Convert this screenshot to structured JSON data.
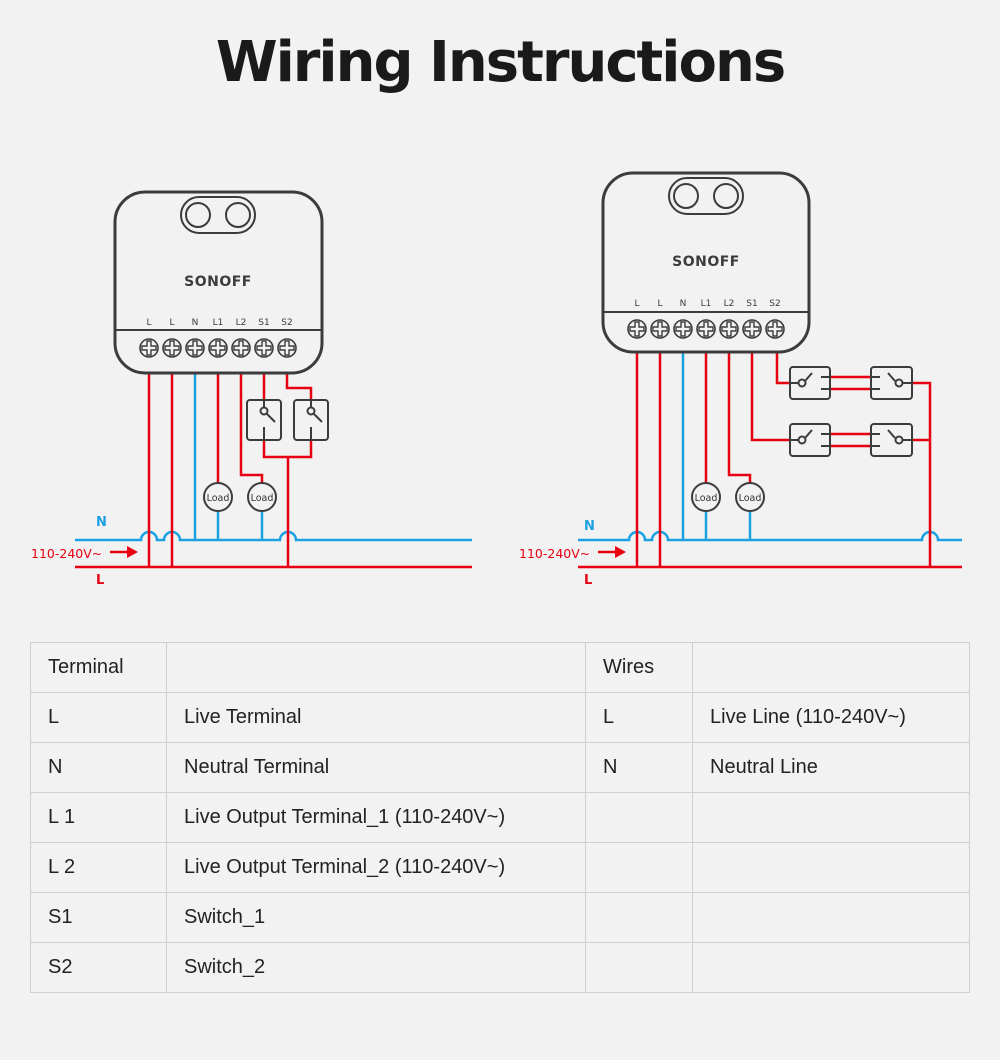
{
  "title": "Wiring Instructions",
  "colors": {
    "background": "#f2f2f2",
    "live_wire": "#e60012",
    "neutral_wire": "#1ba1e2",
    "device_outline": "#3c3c3c"
  },
  "diagrams": [
    {
      "name": "single-switch-wiring",
      "device": {
        "brand": "SONOFF",
        "terminal_labels": [
          "L",
          "L",
          "N",
          "L1",
          "L2",
          "S1",
          "S2"
        ]
      },
      "loads": [
        "Load",
        "Load"
      ],
      "switch_type": "single-pole",
      "neutral_label": "N",
      "live_label": "L",
      "voltage_label": "110-240V~"
    },
    {
      "name": "two-way-switch-wiring",
      "device": {
        "brand": "SONOFF",
        "terminal_labels": [
          "L",
          "L",
          "N",
          "L1",
          "L2",
          "S1",
          "S2"
        ]
      },
      "loads": [
        "Load",
        "Load"
      ],
      "switch_type": "two-way",
      "neutral_label": "N",
      "live_label": "L",
      "voltage_label": "110-240V~"
    }
  ],
  "table": {
    "headers": [
      "Terminal",
      "",
      "Wires",
      ""
    ],
    "rows": [
      [
        "L",
        "Live Terminal",
        "L",
        "Live Line (110-240V~)"
      ],
      [
        "N",
        "Neutral Terminal",
        "N",
        "Neutral Line"
      ],
      [
        "L 1",
        "Live Output Terminal_1 (110-240V~)",
        "",
        ""
      ],
      [
        "L 2",
        "Live Output Terminal_2 (110-240V~)",
        "",
        ""
      ],
      [
        "S1",
        "Switch_1",
        "",
        ""
      ],
      [
        "S2",
        "Switch_2",
        "",
        ""
      ]
    ]
  }
}
